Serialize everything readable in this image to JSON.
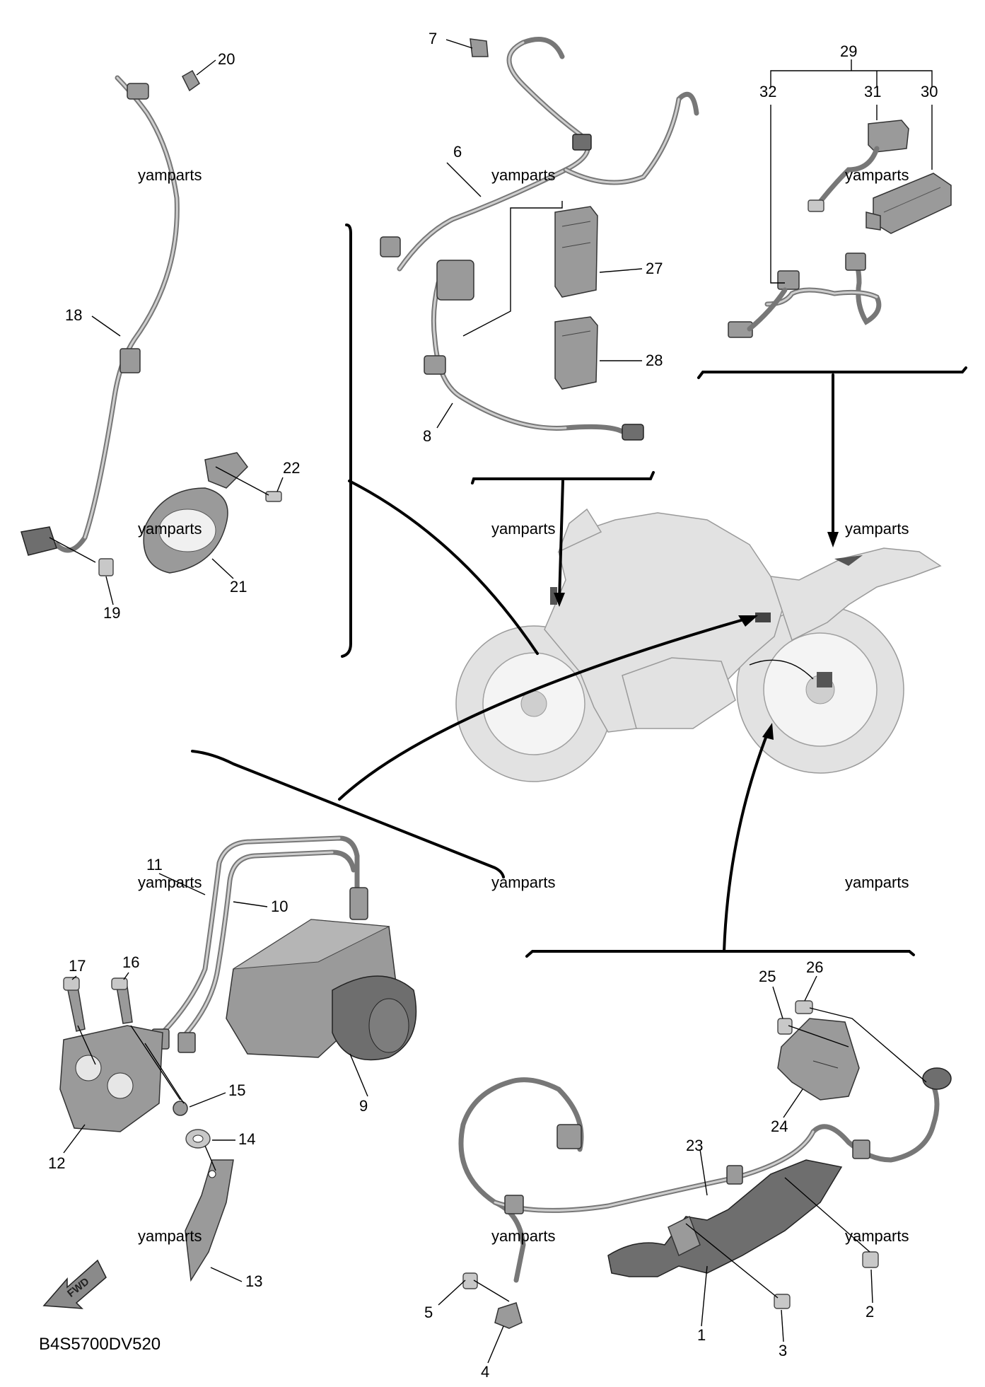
{
  "diagram_code": "B4S5700DV520",
  "watermark_text": "yamparts",
  "fwd_label": "FWD",
  "part_numbers": [
    "1",
    "2",
    "3",
    "4",
    "5",
    "6",
    "7",
    "8",
    "9",
    "10",
    "11",
    "12",
    "13",
    "14",
    "15",
    "16",
    "17",
    "18",
    "19",
    "20",
    "21",
    "22",
    "23",
    "24",
    "25",
    "26",
    "27",
    "28",
    "29",
    "30",
    "31",
    "32"
  ],
  "colors": {
    "ink": "#000000",
    "part_fill": "#9a9a9a",
    "bike_fill": "#e2e2e2",
    "background": "#ffffff"
  }
}
